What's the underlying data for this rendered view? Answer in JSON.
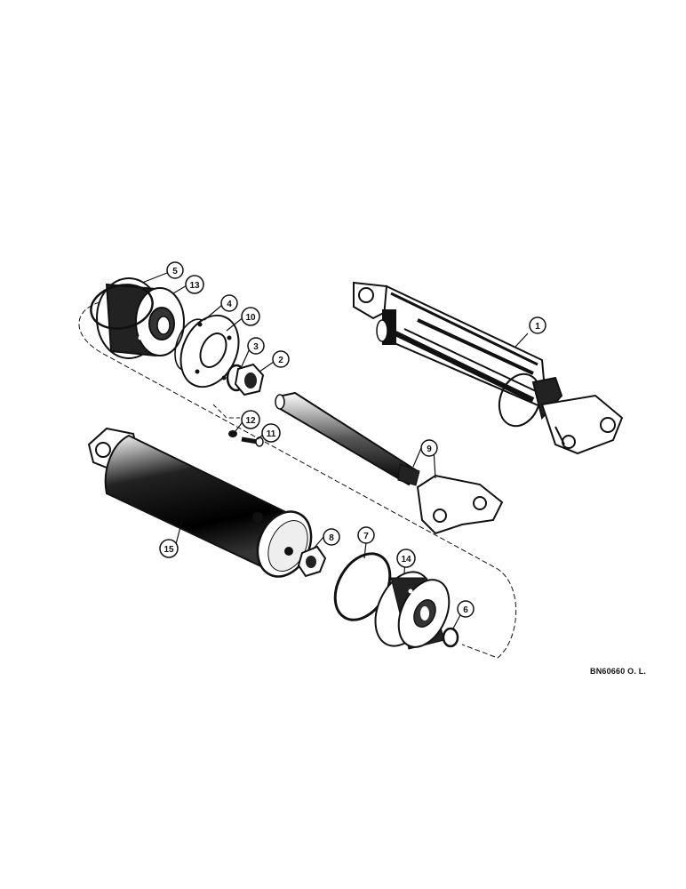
{
  "diagram": {
    "callouts": [
      {
        "id": "c1",
        "label": "1"
      },
      {
        "id": "c2",
        "label": "2"
      },
      {
        "id": "c3",
        "label": "3"
      },
      {
        "id": "c4",
        "label": "4"
      },
      {
        "id": "c5",
        "label": "5"
      },
      {
        "id": "c6",
        "label": "6"
      },
      {
        "id": "c7",
        "label": "7"
      },
      {
        "id": "c8",
        "label": "8"
      },
      {
        "id": "c9",
        "label": "9"
      },
      {
        "id": "c10",
        "label": "10"
      },
      {
        "id": "c11",
        "label": "11"
      },
      {
        "id": "c12",
        "label": "12"
      },
      {
        "id": "c13",
        "label": "13"
      },
      {
        "id": "c14",
        "label": "14"
      },
      {
        "id": "c15",
        "label": "15"
      }
    ],
    "drawing_id": "BN60660 O. L."
  },
  "colors": {
    "ink": "#111111",
    "paper": "#ffffff"
  }
}
